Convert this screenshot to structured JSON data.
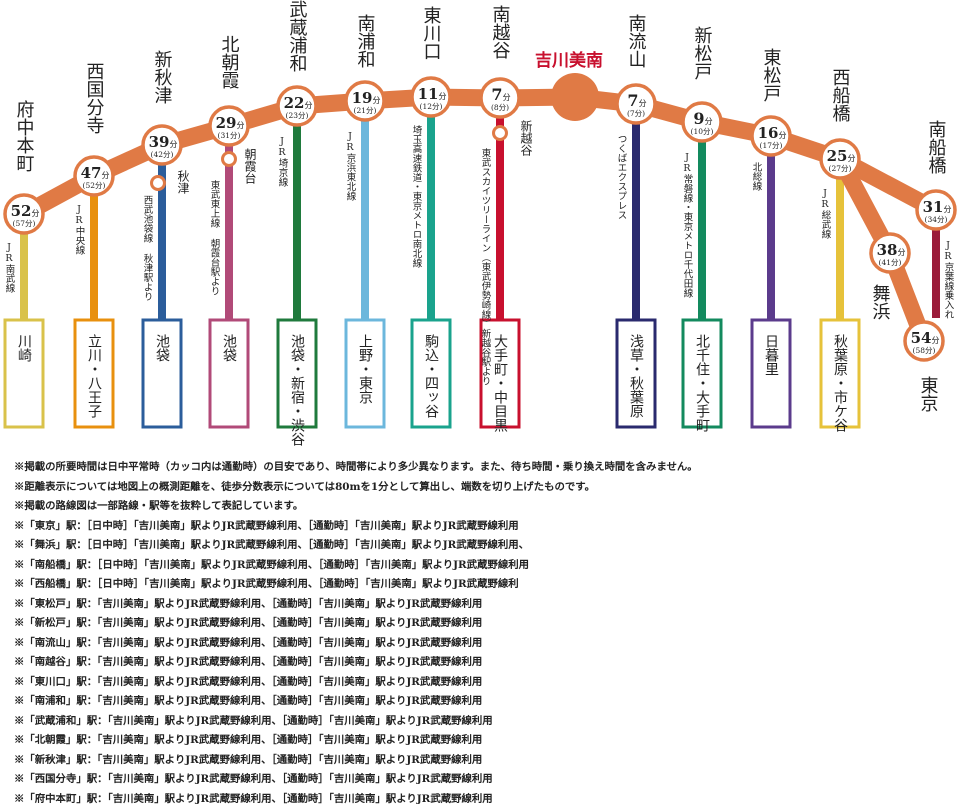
{
  "hub": {
    "name": "吉川美南",
    "color": "#c8102e"
  },
  "arc_color": "#e07a45",
  "stations": [
    {
      "name": "府中本町",
      "min": "52",
      "rush": "57",
      "line": "JR南武線",
      "dest": "川崎",
      "color": "#d9c24a"
    },
    {
      "name": "西国分寺",
      "min": "47",
      "rush": "52",
      "line": "JR中央線",
      "dest": "立川・八王子",
      "color": "#e8900e"
    },
    {
      "name": "新秋津",
      "min": "39",
      "rush": "42",
      "transfer": "秋津",
      "line": "西武池袋線 秋津駅より",
      "dest": "池袋",
      "color": "#2b5d9b"
    },
    {
      "name": "北朝霞",
      "min": "29",
      "rush": "31",
      "transfer": "朝霞台",
      "line": "東武東上線 朝霞台駅より",
      "dest": "池袋",
      "color": "#b14a78"
    },
    {
      "name": "武蔵浦和",
      "min": "22",
      "rush": "23",
      "line": "JR埼京線",
      "dest": "池袋・新宿・渋谷",
      "color": "#1f7a3c"
    },
    {
      "name": "南浦和",
      "min": "19",
      "rush": "21",
      "line": "JR京浜東北線",
      "dest": "上野・東京",
      "color": "#6cb7dc"
    },
    {
      "name": "東川口",
      "min": "11",
      "rush": "12",
      "line": "埼玉高速鉄道・東京メトロ南北線",
      "dest": "駒込・四ッ谷",
      "color": "#1aa38d"
    },
    {
      "name": "南越谷",
      "min": "7",
      "rush": "8",
      "transfer": "新越谷",
      "line": "東武スカイツリーライン（東武伊勢崎線）新越谷駅より",
      "dest": "大手町・中目黒",
      "color": "#c8102e"
    },
    {
      "name": "南流山",
      "min": "7",
      "rush": "7",
      "line": "つくばエクスプレス",
      "dest": "浅草・秋葉原",
      "color": "#2a2a6e"
    },
    {
      "name": "新松戸",
      "min": "9",
      "rush": "10",
      "line": "JR常磐線・東京メトロ千代田線",
      "dest": "北千住・大手町",
      "color": "#138a5e"
    },
    {
      "name": "東松戸",
      "min": "16",
      "rush": "17",
      "line": "北総線",
      "dest": "日暮里",
      "color": "#5b3b8c"
    },
    {
      "name": "西船橋",
      "min": "25",
      "rush": "27",
      "line": "JR総武線",
      "dest": "秋葉原・市ケ谷",
      "color": "#e6c23a"
    },
    {
      "name": "南船橋",
      "min": "31",
      "rush": "34",
      "line": "JR京葉線乗入れ",
      "color": "#9b1b3a"
    },
    {
      "name": "舞浜",
      "min": "38",
      "rush": "41"
    },
    {
      "name": "東京",
      "min": "54",
      "rush": "58"
    }
  ],
  "unit": "分",
  "notes": [
    "※掲載の所要時間は日中平常時（カッコ内は通勤時）の目安であり、時間帯により多少異なります。また、待ち時間・乗り換え時間を含みません。",
    "※距離表示については地図上の概測距離を、徒歩分数表示については80mを1分として算出し、端数を切り上げたものです。",
    "※掲載の路線図は一部路線・駅等を抜粋して表記しています。",
    "※「東京」駅：［日中時］「吉川美南」駅よりJR武蔵野線利用、［通勤時］「吉川美南」駅よりJR武蔵野線利用",
    "※「舞浜」駅：［日中時］「吉川美南」駅よりJR武蔵野線利用、［通勤時］「吉川美南」駅よりJR武蔵野線利用、",
    "※「南船橋」駅：［日中時］「吉川美南」駅よりJR武蔵野線利用、［通勤時］「吉川美南」駅よりJR武蔵野線利用",
    "※「西船橋」駅：［日中時］「吉川美南」駅よりJR武蔵野線利用、［通勤時］「吉川美南」駅よりJR武蔵野線利",
    "※「東松戸」駅：「吉川美南」駅よりJR武蔵野線利用、［通勤時］「吉川美南」駅よりJR武蔵野線利用",
    "※「新松戸」駅：「吉川美南」駅よりJR武蔵野線利用、［通勤時］「吉川美南」駅よりJR武蔵野線利用",
    "※「南流山」駅：「吉川美南」駅よりJR武蔵野線利用、［通勤時］「吉川美南」駅よりJR武蔵野線利用",
    "※「南越谷」駅：「吉川美南」駅よりJR武蔵野線利用、［通勤時］「吉川美南」駅よりJR武蔵野線利用",
    "※「東川口」駅：「吉川美南」駅よりJR武蔵野線利用、［通勤時］「吉川美南」駅よりJR武蔵野線利用",
    "※「南浦和」駅：「吉川美南」駅よりJR武蔵野線利用、［通勤時］「吉川美南」駅よりJR武蔵野線利用",
    "※「武蔵浦和」駅：「吉川美南」駅よりJR武蔵野線利用、［通勤時］「吉川美南」駅よりJR武蔵野線利用",
    "※「北朝霞」駅：「吉川美南」駅よりJR武蔵野線利用、［通勤時］「吉川美南」駅よりJR武蔵野線利用",
    "※「新秋津」駅：「吉川美南」駅よりJR武蔵野線利用、［通勤時］「吉川美南」駅よりJR武蔵野線利用",
    "※「西国分寺」駅：「吉川美南」駅よりJR武蔵野線利用、［通勤時］「吉川美南」駅よりJR武蔵野線利用",
    "※「府中本町」駅：「吉川美南」駅よりJR武蔵野線利用、［通勤時］「吉川美南」駅よりJR武蔵野線利用"
  ]
}
